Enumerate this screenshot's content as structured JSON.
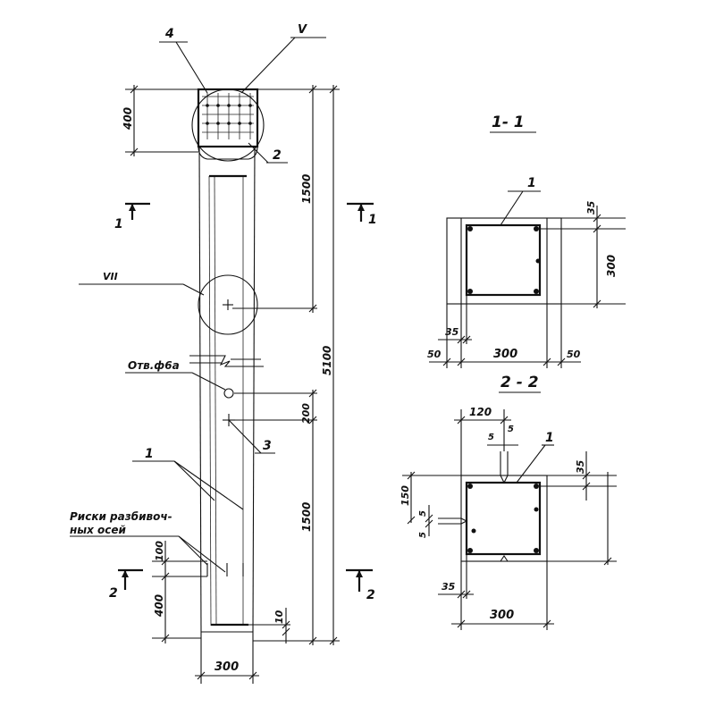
{
  "elevation": {
    "callout_top_letter": "V",
    "callout_mid_letter": "VII",
    "leader_4": "4",
    "leader_2": "2",
    "leader_1": "1",
    "leader_3": "3",
    "hole_label": "Отв.ф6а",
    "marks_line1": "Риски разбивоч-",
    "marks_line2": "ных осей",
    "dim_400_top": "400",
    "dim_1500_top": "1500",
    "dim_5100": "5100",
    "dim_200": "200",
    "dim_1500_bottom": "1500",
    "dim_100": "100",
    "dim_400_bottom": "400",
    "dim_10": "10",
    "dim_300": "300",
    "section_1_left": "1",
    "section_1_right": "1",
    "section_2_left": "2",
    "section_2_right": "2"
  },
  "section_1_1": {
    "title": "1- 1",
    "leader": "1",
    "dim_35_top": "35",
    "dim_300_side": "300",
    "dim_35_bottom": "35",
    "dim_50_left": "50",
    "dim_300_bottom": "300",
    "dim_50_right": "50"
  },
  "section_2_2": {
    "title": "2 - 2",
    "dim_120": "120",
    "dim_5a": "5",
    "dim_5b": "5",
    "leader": "1",
    "dim_35_top": "35",
    "dim_150": "150",
    "dim_5c": "5",
    "dim_5d": "5",
    "dim_35_bottom": "35",
    "dim_300_bottom": "300"
  }
}
